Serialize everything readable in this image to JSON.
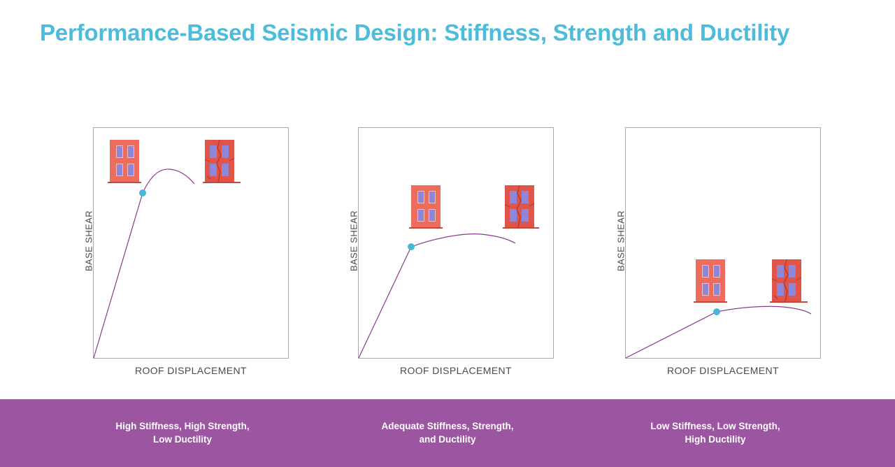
{
  "title": "Performance-Based Seismic Design: Stiffness, Strength and Ductility",
  "colors": {
    "title": "#4bbcdb",
    "curve": "#8a3a8e",
    "yield_point": "#45b8d8",
    "building": "#ee6c5e",
    "building_damaged": "#e05548",
    "window": "#8e86d8",
    "footer": "#9c55a0"
  },
  "panels": [
    {
      "ylabel": "BASE SHEAR",
      "xlabel": "ROOF DISPLACEMENT",
      "caption_line1": "High Stiffness, High Strength,",
      "caption_line2": "Low Ductility"
    },
    {
      "ylabel": "BASE SHEAR",
      "xlabel": "ROOF DISPLACEMENT",
      "caption_line1": "Adequate Stiffness, Strength,",
      "caption_line2": "and Ductility"
    },
    {
      "ylabel": "BASE SHEAR",
      "xlabel": "ROOF DISPLACEMENT",
      "caption_line1": "Low Stiffness, Low Strength,",
      "caption_line2": "High Ductility"
    }
  ],
  "icons": {
    "intact": "intact-building-icon",
    "damaged": "cracked-building-icon"
  }
}
